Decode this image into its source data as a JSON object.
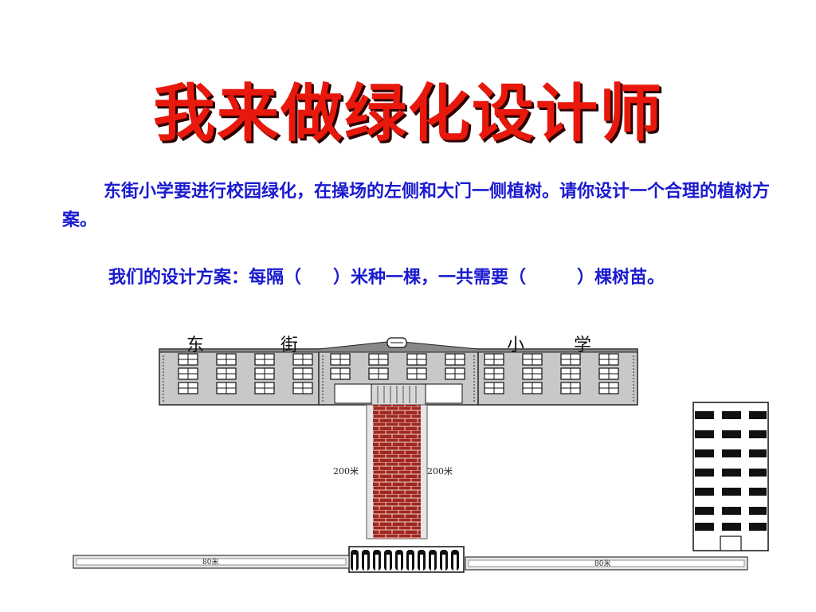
{
  "title": "我来做绿化设计师",
  "paragraph1": "东街小学要进行校园绿化，在操场的左侧和大门一侧植树。请你设计一个合理的植树方案。",
  "paragraph2": {
    "part1": "我们的设计方案：每隔（",
    "part2": "）米种一棵，一共需要（",
    "part3": "）棵树苗。"
  },
  "diagram": {
    "sign_chars": [
      "东",
      "街",
      "小",
      "学"
    ],
    "road_left_label": "200米",
    "road_right_label": "200米",
    "bottom_left_label": "80米",
    "bottom_right_label": "80米"
  },
  "colors": {
    "title": "#e8180c",
    "text": "#1a1ad0",
    "brick": "#a0281f",
    "building": "#c8c8c8"
  }
}
